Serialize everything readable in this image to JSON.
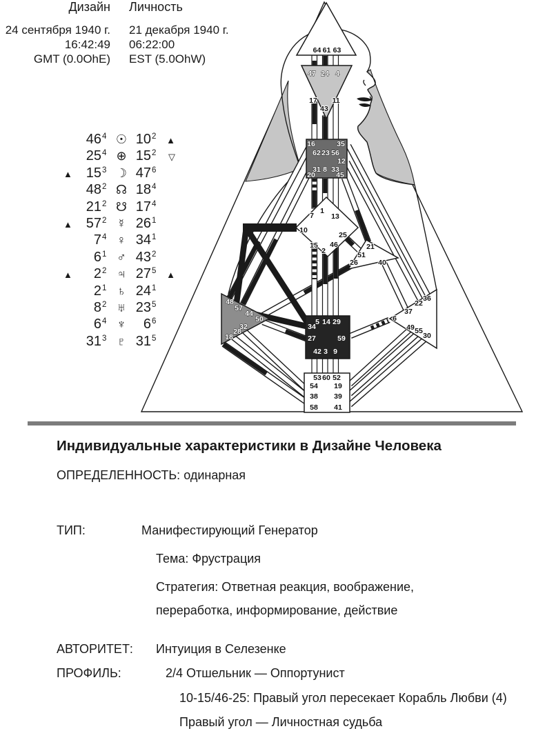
{
  "panel": {
    "design_title": "Дизайн",
    "personality_title": "Личность",
    "design_date": "24 сентября 1940 г.",
    "design_time": "16:42:49",
    "design_zone": "GMT (0.0OhE)",
    "personality_date": "21 декабря 1940 г.",
    "personality_time": "06:22:00",
    "personality_zone": "EST (5.0OhW)",
    "planets": [
      {
        "name": "sun",
        "symbol": "☉",
        "d": "46",
        "ds": "4",
        "dm": "",
        "p": "10",
        "ps": "2",
        "pm": "▲"
      },
      {
        "name": "earth",
        "symbol": "⊕",
        "d": "25",
        "ds": "4",
        "dm": "",
        "p": "15",
        "ps": "2",
        "pm": "▽"
      },
      {
        "name": "moon",
        "symbol": "☽",
        "d": "15",
        "ds": "3",
        "dm": "▲",
        "p": "47",
        "ps": "6",
        "pm": ""
      },
      {
        "name": "north-node",
        "symbol": "☊",
        "d": "48",
        "ds": "2",
        "dm": "",
        "p": "18",
        "ps": "4",
        "pm": ""
      },
      {
        "name": "south-node",
        "symbol": "☋",
        "d": "21",
        "ds": "2",
        "dm": "",
        "p": "17",
        "ps": "4",
        "pm": ""
      },
      {
        "name": "mercury",
        "symbol": "☿",
        "d": "57",
        "ds": "2",
        "dm": "▲",
        "p": "26",
        "ps": "1",
        "pm": ""
      },
      {
        "name": "venus",
        "symbol": "♀",
        "d": "7",
        "ds": "4",
        "dm": "",
        "p": "34",
        "ps": "1",
        "pm": ""
      },
      {
        "name": "mars",
        "symbol": "♂",
        "d": "6",
        "ds": "1",
        "dm": "",
        "p": "43",
        "ps": "2",
        "pm": ""
      },
      {
        "name": "jupiter",
        "symbol": "♃",
        "d": "2",
        "ds": "2",
        "dm": "▲",
        "p": "27",
        "ps": "5",
        "pm": "▲"
      },
      {
        "name": "saturn",
        "symbol": "♄",
        "d": "2",
        "ds": "1",
        "dm": "",
        "p": "24",
        "ps": "1",
        "pm": ""
      },
      {
        "name": "uranus",
        "symbol": "♅",
        "d": "8",
        "ds": "2",
        "dm": "",
        "p": "23",
        "ps": "5",
        "pm": ""
      },
      {
        "name": "neptune",
        "symbol": "♆",
        "d": "6",
        "ds": "4",
        "dm": "",
        "p": "6",
        "ps": "6",
        "pm": ""
      },
      {
        "name": "pluto",
        "symbol": "♇",
        "d": "31",
        "ds": "3",
        "dm": "",
        "p": "31",
        "ps": "5",
        "pm": ""
      }
    ]
  },
  "gates": {
    "head": [
      "64",
      "61",
      "63"
    ],
    "ajna_top": [
      "47",
      "24",
      "4"
    ],
    "ajna_bot": [
      "17",
      "11",
      "43"
    ],
    "throat": [
      "16",
      "35",
      "62",
      "23",
      "56",
      "12",
      "31",
      "8",
      "33",
      "20",
      "45"
    ],
    "g": [
      "7",
      "1",
      "13",
      "10",
      "25",
      "15",
      "2",
      "46"
    ],
    "heart": [
      "21",
      "51",
      "26",
      "40"
    ],
    "spleen": [
      "48",
      "57",
      "44",
      "50",
      "32",
      "28",
      "18"
    ],
    "plexus": [
      "36",
      "22",
      "37",
      "6",
      "49",
      "55",
      "30"
    ],
    "sacral": [
      "5",
      "14",
      "29",
      "34",
      "27",
      "59",
      "42",
      "3",
      "9"
    ],
    "root": [
      "53",
      "60",
      "52",
      "54",
      "19",
      "38",
      "39",
      "58",
      "41"
    ]
  },
  "colors": {
    "ajna": "#c6c6c6",
    "throat": "#6b6b6b",
    "spleen": "#8d8d8d",
    "sacral": "#242424",
    "shade": "#c6c6c6",
    "divider": "#7c7c7c",
    "ink": "#1a1a1a"
  },
  "summary": {
    "title": "Индивидуальные характеристики в Дизайне Человека",
    "definition_label": "ОПРЕДЕЛЕННОСТЬ:",
    "definition_value": "одинарная",
    "type_label": "ТИП:",
    "type_value": "Манифестирующий Генератор",
    "theme": "Тема: Фрустрация",
    "strategy_line1": "Стратегия: Ответная реакция, воображение,",
    "strategy_line2": "переработка, информирование, действие",
    "authority_label": "АВТОРИТЕТ:",
    "authority_value": "Интуиция в Селезенке",
    "profile_label": "ПРОФИЛЬ:",
    "profile_value": "2/4 Отшельник — Оппортунист",
    "cross_line": "10-15/46-25: Правый угол пересекает Корабль Любви (4)",
    "angle_line": "Правый угол — Личностная судьба"
  }
}
